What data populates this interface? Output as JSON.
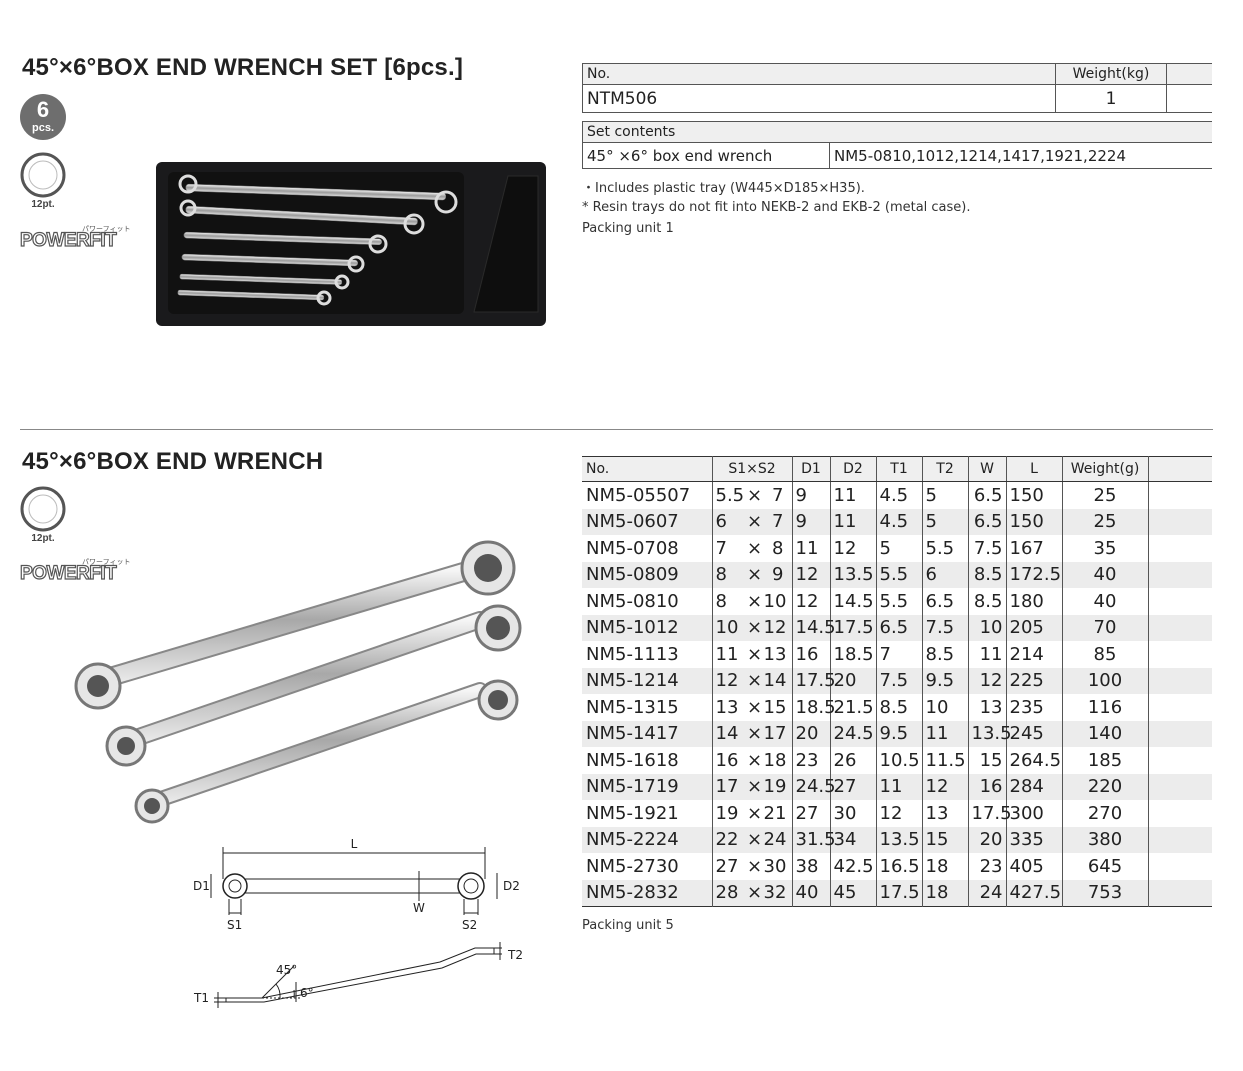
{
  "set_section": {
    "title": "45°×6°BOX END WRENCH SET [6pcs.]",
    "badge_number": "6",
    "badge_unit": "pcs.",
    "point_label": "12pt.",
    "logo_text": "POWERFIT",
    "logo_kana": "パワーフィット",
    "spec_headers": [
      "No.",
      "Weight(kg)"
    ],
    "spec_values": [
      "NTM506",
      "1"
    ],
    "contents_header": "Set contents",
    "contents_name": "45° ×6° box end wrench",
    "contents_list": "NM5-0810,1012,1214,1417,1921,2224",
    "notes": [
      "・Includes plastic tray (W445×D185×H35).",
      "* Resin trays do not fit into NEKB-2 and EKB-2 (metal case).",
      "Packing unit 1"
    ]
  },
  "wrench_section": {
    "title": "45°×6°BOX END WRENCH",
    "point_label": "12pt.",
    "logo_text": "POWERFIT",
    "logo_kana": "パワーフィット",
    "table_headers": [
      "No.",
      "S1×S2",
      "D1",
      "D2",
      "T1",
      "T2",
      "W",
      "L",
      "Weight(g)"
    ],
    "rows": [
      {
        "no": "NM5-05507",
        "s1": "5.5",
        "x": "×",
        "s2": "7",
        "d1": "9",
        "d2": "11",
        "t1": "4.5",
        "t2": "5",
        "w": "6.5",
        "l": "150",
        "weight": "25"
      },
      {
        "no": "NM5-0607",
        "s1": "6",
        "x": "×",
        "s2": "7",
        "d1": "9",
        "d2": "11",
        "t1": "4.5",
        "t2": "5",
        "w": "6.5",
        "l": "150",
        "weight": "25"
      },
      {
        "no": "NM5-0708",
        "s1": "7",
        "x": "×",
        "s2": "8",
        "d1": "11",
        "d2": "12",
        "t1": "5",
        "t2": "5.5",
        "w": "7.5",
        "l": "167",
        "weight": "35"
      },
      {
        "no": "NM5-0809",
        "s1": "8",
        "x": "×",
        "s2": "9",
        "d1": "12",
        "d2": "13.5",
        "t1": "5.5",
        "t2": "6",
        "w": "8.5",
        "l": "172.5",
        "weight": "40"
      },
      {
        "no": "NM5-0810",
        "s1": "8",
        "x": "×",
        "s2": "10",
        "d1": "12",
        "d2": "14.5",
        "t1": "5.5",
        "t2": "6.5",
        "w": "8.5",
        "l": "180",
        "weight": "40"
      },
      {
        "no": "NM5-1012",
        "s1": "10",
        "x": "×",
        "s2": "12",
        "d1": "14.5",
        "d2": "17.5",
        "t1": "6.5",
        "t2": "7.5",
        "w": "10",
        "l": "205",
        "weight": "70"
      },
      {
        "no": "NM5-1113",
        "s1": "11",
        "x": "×",
        "s2": "13",
        "d1": "16",
        "d2": "18.5",
        "t1": "7",
        "t2": "8.5",
        "w": "11",
        "l": "214",
        "weight": "85"
      },
      {
        "no": "NM5-1214",
        "s1": "12",
        "x": "×",
        "s2": "14",
        "d1": "17.5",
        "d2": "20",
        "t1": "7.5",
        "t2": "9.5",
        "w": "12",
        "l": "225",
        "weight": "100"
      },
      {
        "no": "NM5-1315",
        "s1": "13",
        "x": "×",
        "s2": "15",
        "d1": "18.5",
        "d2": "21.5",
        "t1": "8.5",
        "t2": "10",
        "w": "13",
        "l": "235",
        "weight": "116"
      },
      {
        "no": "NM5-1417",
        "s1": "14",
        "x": "×",
        "s2": "17",
        "d1": "20",
        "d2": "24.5",
        "t1": "9.5",
        "t2": "11",
        "w": "13.5",
        "l": "245",
        "weight": "140"
      },
      {
        "no": "NM5-1618",
        "s1": "16",
        "x": "×",
        "s2": "18",
        "d1": "23",
        "d2": "26",
        "t1": "10.5",
        "t2": "11.5",
        "w": "15",
        "l": "264.5",
        "weight": "185"
      },
      {
        "no": "NM5-1719",
        "s1": "17",
        "x": "×",
        "s2": "19",
        "d1": "24.5",
        "d2": "27",
        "t1": "11",
        "t2": "12",
        "w": "16",
        "l": "284",
        "weight": "220"
      },
      {
        "no": "NM5-1921",
        "s1": "19",
        "x": "×",
        "s2": "21",
        "d1": "27",
        "d2": "30",
        "t1": "12",
        "t2": "13",
        "w": "17.5",
        "l": "300",
        "weight": "270"
      },
      {
        "no": "NM5-2224",
        "s1": "22",
        "x": "×",
        "s2": "24",
        "d1": "31.5",
        "d2": "34",
        "t1": "13.5",
        "t2": "15",
        "w": "20",
        "l": "335",
        "weight": "380"
      },
      {
        "no": "NM5-2730",
        "s1": "27",
        "x": "×",
        "s2": "30",
        "d1": "38",
        "d2": "42.5",
        "t1": "16.5",
        "t2": "18",
        "w": "23",
        "l": "405",
        "weight": "645"
      },
      {
        "no": "NM5-2832",
        "s1": "28",
        "x": "×",
        "s2": "32",
        "d1": "40",
        "d2": "45",
        "t1": "17.5",
        "t2": "18",
        "w": "24",
        "l": "427.5",
        "weight": "753"
      }
    ],
    "packing_note": "Packing unit 5",
    "diagram_labels": {
      "L": "L",
      "D1": "D1",
      "D2": "D2",
      "W": "W",
      "S1": "S1",
      "S2": "S2",
      "T1": "T1",
      "T2": "T2",
      "angle_45": "45°",
      "angle_6": "6°"
    }
  }
}
